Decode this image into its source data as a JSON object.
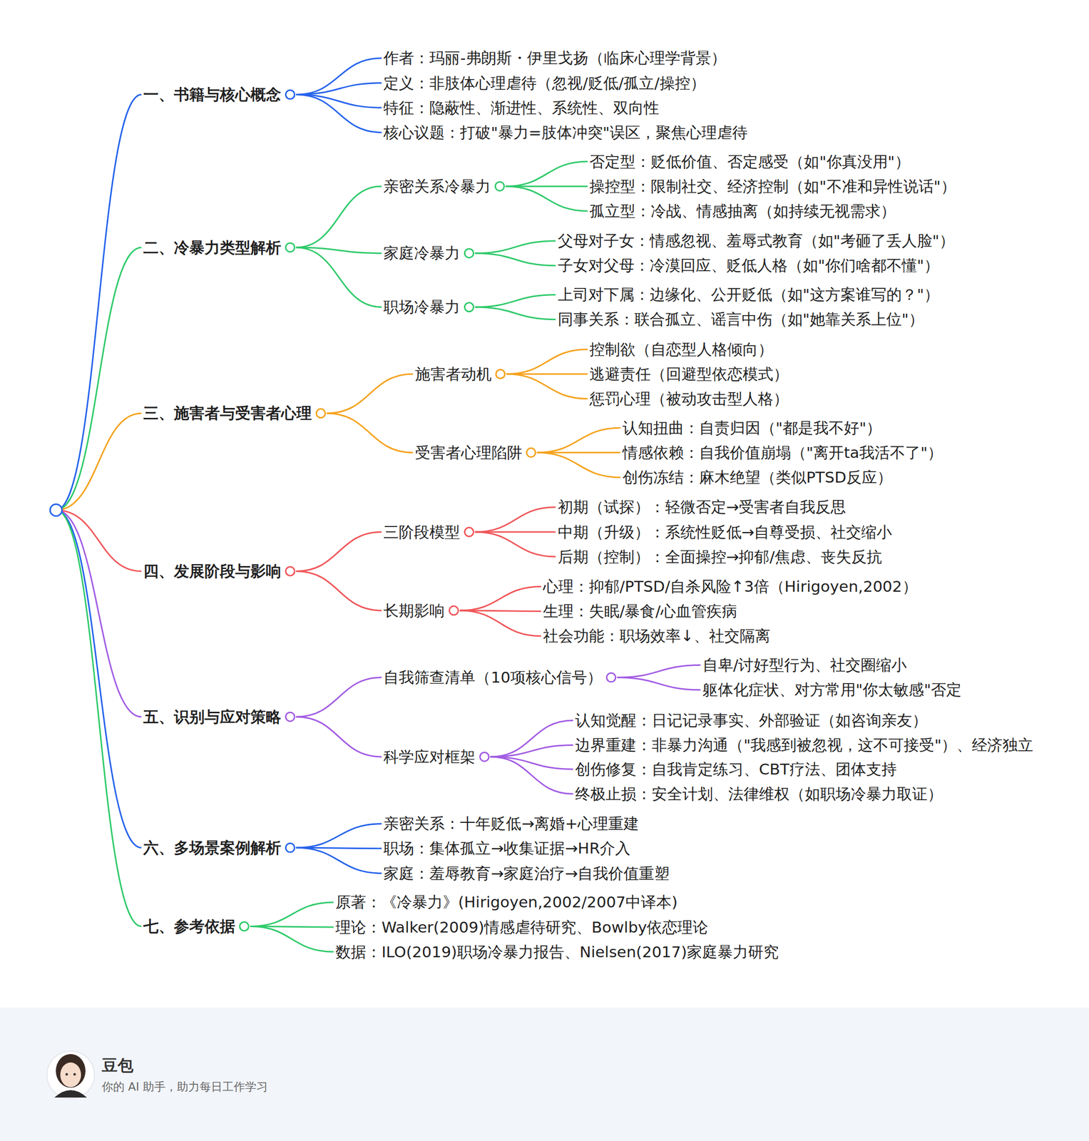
{
  "diagram": {
    "nodes": [
      {
        "text": [
          "一、书籍与核心概念"
        ]
      },
      {
        "text": [
          "作者：玛丽-弗朗斯・伊里戈扬（临床心理学背景）"
        ]
      },
      {
        "text": [
          "定义：非肢体心理虐待（忽视/贬低/孤立/操控）"
        ]
      },
      {
        "text": [
          "特征：隐蔽性、渐进性、系统性、双向性"
        ]
      },
      {
        "text": [
          "核心议题：打破\"暴力=肢体冲突\"误区，聚焦心理虐待"
        ]
      },
      {
        "text": [
          "二、冷暴力类型解析"
        ]
      },
      {
        "text": [
          "亲密关系冷暴力"
        ]
      },
      {
        "text": [
          "否定型：贬低价值、否定感受（如\"你真没用\"）"
        ]
      },
      {
        "text": [
          "操控型：限制社交、经济控制（如\"不准和异性说话\"）"
        ]
      },
      {
        "text": [
          "孤立型：冷战、情感抽离（如持续无视需求）"
        ]
      },
      {
        "text": [
          "家庭冷暴力"
        ]
      },
      {
        "text": [
          "父母对子女：情感忽视、羞辱式教育（如\"考砸了丢人脸\"）"
        ]
      },
      {
        "text": [
          "子女对父母：冷漠回应、贬低人格（如\"你们啥都不懂\"）"
        ]
      },
      {
        "text": [
          "职场冷暴力"
        ]
      },
      {
        "text": [
          "上司对下属：边缘化、公开贬低（如\"这方案谁写的？\"）"
        ]
      },
      {
        "text": [
          "同事关系：联合孤立、谣言中伤（如\"她靠关系上位\"）"
        ]
      },
      {
        "text": [
          "三、施害者与受害者心理"
        ]
      },
      {
        "text": [
          "施害者动机"
        ]
      },
      {
        "text": [
          "控制欲（自恋型人格倾向）"
        ]
      },
      {
        "text": [
          "逃避责任（回避型依恋模式）"
        ]
      },
      {
        "text": [
          "惩罚心理（被动攻击型人格）"
        ]
      },
      {
        "text": [
          "受害者心理陷阱"
        ]
      },
      {
        "text": [
          "认知扭曲：自责归因（\"都是我不好\"）"
        ]
      },
      {
        "text": [
          "情感依赖：自我价值崩塌（\"离开ta我活不了\"）"
        ]
      },
      {
        "text": [
          "创伤冻结：麻木绝望（类似PTSD反应）"
        ]
      },
      {
        "text": [
          "四、发展阶段与影响"
        ]
      },
      {
        "text": [
          "三阶段模型"
        ]
      },
      {
        "text": [
          "初期（试探）：轻微否定→受害者自我反思"
        ]
      },
      {
        "text": [
          "中期（升级）：系统性贬低→自尊受损、社交缩小"
        ]
      },
      {
        "text": [
          "后期（控制）：全面操控→抑郁/焦虑、丧失反抗"
        ]
      },
      {
        "text": [
          "长期影响"
        ]
      },
      {
        "text": [
          "心理：抑郁/PTSD/自杀风险↑3倍（Hirigoyen,2002）"
        ]
      },
      {
        "text": [
          "生理：失眠/暴食/心血管疾病"
        ]
      },
      {
        "text": [
          "社会功能：职场效率↓、社交隔离"
        ]
      },
      {
        "text": [
          "五、识别与应对策略"
        ]
      },
      {
        "text": [
          "自我筛查清单（10项核心信号）"
        ]
      },
      {
        "text": [
          "自卑/讨好型行为、社交圈缩小"
        ]
      },
      {
        "text": [
          "躯体化症状、对方常用\"你太敏感\"否定"
        ]
      },
      {
        "text": [
          "科学应对框架"
        ]
      },
      {
        "text": [
          "认知觉醒：日记记录事实、外部验证（如咨询亲友）"
        ]
      },
      {
        "text": [
          "边界重建：非暴力沟通（\"我感到被忽视，这不可接受\"）、经济独立"
        ]
      },
      {
        "text": [
          "创伤修复：自我肯定练习、CBT疗法、团体支持"
        ]
      },
      {
        "text": [
          "终极止损：安全计划、法律维权（如职场冷暴力取证）"
        ]
      },
      {
        "text": [
          "六、多场景案例解析"
        ]
      },
      {
        "text": [
          "亲密关系：十年贬低→离婚+心理重建"
        ]
      },
      {
        "text": [
          "职场：集体孤立→收集证据→HR介入"
        ]
      },
      {
        "text": [
          "家庭：羞辱教育→家庭治疗→自我价值重塑"
        ]
      },
      {
        "text": [
          "七、参考依据"
        ]
      },
      {
        "text": [
          "原著：《冷暴力》(Hirigoyen,2002/2007中译本)"
        ]
      },
      {
        "text": [
          "理论：Walker(2009)情感虐待研究、Bowlby依恋理论"
        ]
      },
      {
        "text": [
          "数据：ILO(2019)职场冷暴力报告、Nielsen(2017)家庭暴力研究"
        ]
      }
    ],
    "edges": [
      {
        "from": 0,
        "to": 1,
        "arrow": "none"
      },
      {
        "from": 0,
        "to": 2,
        "arrow": "none"
      },
      {
        "from": 0,
        "to": 3,
        "arrow": "none"
      },
      {
        "from": 0,
        "to": 4,
        "arrow": "none"
      },
      {
        "from": 5,
        "to": 6,
        "arrow": "none"
      },
      {
        "from": 5,
        "to": 10,
        "arrow": "none"
      },
      {
        "from": 5,
        "to": 13,
        "arrow": "none"
      },
      {
        "from": 6,
        "to": 7,
        "arrow": "none"
      },
      {
        "from": 6,
        "to": 8,
        "arrow": "none"
      },
      {
        "from": 6,
        "to": 9,
        "arrow": "none"
      },
      {
        "from": 10,
        "to": 11,
        "arrow": "none"
      },
      {
        "from": 10,
        "to": 12,
        "arrow": "none"
      },
      {
        "from": 13,
        "to": 14,
        "arrow": "none"
      },
      {
        "from": 13,
        "to": 15,
        "arrow": "none"
      },
      {
        "from": 16,
        "to": 17,
        "arrow": "none"
      },
      {
        "from": 16,
        "to": 21,
        "arrow": "none"
      },
      {
        "from": 17,
        "to": 18,
        "arrow": "none"
      },
      {
        "from": 17,
        "to": 19,
        "arrow": "none"
      },
      {
        "from": 17,
        "to": 20,
        "arrow": "none"
      },
      {
        "from": 21,
        "to": 22,
        "arrow": "none"
      },
      {
        "from": 21,
        "to": 23,
        "arrow": "none"
      },
      {
        "from": 21,
        "to": 24,
        "arrow": "none"
      },
      {
        "from": 25,
        "to": 26,
        "arrow": "none"
      },
      {
        "from": 25,
        "to": 30,
        "arrow": "none"
      },
      {
        "from": 26,
        "to": 27,
        "arrow": "none"
      },
      {
        "from": 26,
        "to": 28,
        "arrow": "none"
      },
      {
        "from": 26,
        "to": 29,
        "arrow": "none"
      },
      {
        "from": 30,
        "to": 31,
        "arrow": "none"
      },
      {
        "from": 30,
        "to": 32,
        "arrow": "none"
      },
      {
        "from": 30,
        "to": 33,
        "arrow": "none"
      },
      {
        "from": 34,
        "to": 35,
        "arrow": "none"
      },
      {
        "from": 34,
        "to": 38,
        "arrow": "none"
      },
      {
        "from": 35,
        "to": 36,
        "arrow": "none"
      },
      {
        "from": 35,
        "to": 37,
        "arrow": "none"
      },
      {
        "from": 38,
        "to": 39,
        "arrow": "none"
      },
      {
        "from": 38,
        "to": 40,
        "arrow": "none"
      },
      {
        "from": 38,
        "to": 41,
        "arrow": "none"
      },
      {
        "from": 38,
        "to": 42,
        "arrow": "none"
      },
      {
        "from": 43,
        "to": 44,
        "arrow": "none"
      },
      {
        "from": 43,
        "to": 45,
        "arrow": "none"
      },
      {
        "from": 43,
        "to": 46,
        "arrow": "none"
      },
      {
        "from": 47,
        "to": 48,
        "arrow": "none"
      },
      {
        "from": 47,
        "to": 49,
        "arrow": "none"
      },
      {
        "from": 47,
        "to": 50,
        "arrow": "none"
      }
    ],
    "labels": [
      "豆包",
      "你的 AI 助手，助力每日工作学习"
    ]
  }
}
